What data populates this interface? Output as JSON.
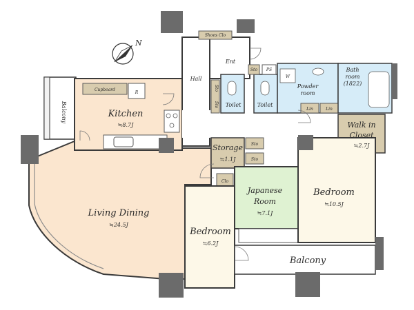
{
  "colors": {
    "wall": "#3a3a3a",
    "pillar": "#6b6b6b",
    "living": "#fbe6cf",
    "bedroom": "#fdf8e8",
    "japanese": "#dff2d2",
    "wet": "#d6ecf8",
    "storage": "#d8ccae",
    "floor": "#ffffff",
    "balcony": "#ffffff"
  },
  "rooms": {
    "living_dining": {
      "name": "Living Dining",
      "area": "≒24.5J"
    },
    "kitchen": {
      "name": "Kitchen",
      "area": "≒8.7J"
    },
    "bedroom_small": {
      "name": "Bedroom",
      "area": "≒6.2J"
    },
    "japanese": {
      "name_line1": "Japanese",
      "name_line2": "Room",
      "area": "≒7.1J"
    },
    "bedroom_large": {
      "name": "Bedroom",
      "area": "≒10.5J"
    },
    "storage": {
      "name": "Storage",
      "area": "≒1.1J"
    },
    "walk_in": {
      "name_line1": "Walk in",
      "name_line2": "Closet",
      "area": "≒2.7J"
    },
    "bath": {
      "name_line1": "Bath",
      "name_line2": "room",
      "size": "(1822)"
    },
    "powder": {
      "name_line1": "Powder",
      "name_line2": "room"
    }
  },
  "labels": {
    "hall": "Hall",
    "entrance": "Ent",
    "shoes_closet": "Shoes Clo",
    "cupboard": "Cupboard",
    "refrigerator": "R",
    "balcony_left": "Balcony",
    "balcony_bottom": "Balcony",
    "toilet_1": "Toilet",
    "toilet_2": "Toilet",
    "sto_top": "Sto",
    "ps": "PS",
    "washer": "W",
    "sto_v1": "Sto",
    "sto_v2": "Sto",
    "sto_mid1": "Sto",
    "sto_mid2": "Sto",
    "clo": "Clo",
    "lin_1": "Lin",
    "lin_2": "Lin"
  },
  "compass": {
    "north": "N"
  }
}
